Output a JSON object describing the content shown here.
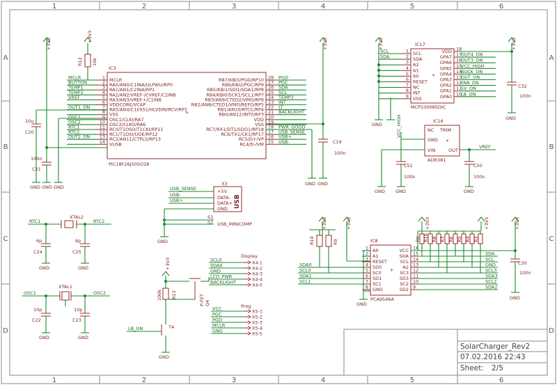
{
  "frame": {
    "cols": [
      "1",
      "2",
      "3",
      "4",
      "5",
      "6"
    ],
    "rows": [
      "A",
      "B",
      "C",
      "D"
    ]
  },
  "titleblock": {
    "name": "SolarCharger_Rev2",
    "date": "07.02.2016 22:43",
    "sheet_label": "Sheet:",
    "sheet_value": "2/5"
  },
  "ic3": {
    "ref": "IC3",
    "part": "PIC18F26J50SO28",
    "left_pins": [
      {
        "net": "MCLR",
        "num": "1",
        "fn": "MCLR"
      },
      {
        "net": "BUTTON",
        "num": "2",
        "fn": "RA0/AN0/C1INA/ULPWU/RP0"
      },
      {
        "net": "TEMP1",
        "num": "3",
        "fn": "RA1/AN1/C2INA/RP1"
      },
      {
        "net": "TEMP2",
        "num": "4",
        "fn": "RA2/AN2/VREF-/CVREF/C2INB"
      },
      {
        "net": "VREF",
        "num": "5",
        "fn": "RA3/AN3/VREF+/C1INB"
      },
      {
        "net": "",
        "num": "6",
        "fn": "VDDCORE/VCAP"
      },
      {
        "net": "OUT1_ON",
        "num": "7",
        "fn": "RA5/AN4/C1I/SS1/HLVDIN/RCV/RP2"
      },
      {
        "net": "",
        "num": "8",
        "fn": "VSS"
      },
      {
        "net": "OSC1",
        "num": "9",
        "fn": "OSC1/CLKI/RA7"
      },
      {
        "net": "OSC2",
        "num": "10",
        "fn": "OSC2/CLKO/RA6"
      },
      {
        "net": "RTC1",
        "num": "11",
        "fn": "RC0/T1OSO/T1CKI/RP11"
      },
      {
        "net": "RTC2",
        "num": "12",
        "fn": "RC1/T1OSI/UOE/RP12"
      },
      {
        "net": "OUT2_ON",
        "num": "13",
        "fn": "RC2/AN11/CTPLS/RP13"
      },
      {
        "net": "",
        "num": "14",
        "fn": "VUSB"
      }
    ],
    "right_pins": [
      {
        "net": "PGD",
        "num": "28",
        "fn": "RB7/KBI3/PGD/RP10"
      },
      {
        "net": "PGC",
        "num": "27",
        "fn": "RB6/KBI2/PGC/RP9"
      },
      {
        "net": "SDA",
        "num": "26",
        "fn": "RB5/KBI1/SDI1/SDA1/RP8"
      },
      {
        "net": "SCL",
        "num": "25",
        "fn": "RB4/KBI0/SCK1/SCL1/RP7"
      },
      {
        "net": "TEMP3",
        "num": "24",
        "fn": "RB3/AN9/CTED2/VMO/RP6"
      },
      {
        "net": "INT",
        "num": "23",
        "fn": "RB2/AN8/CTED1/VMO/REFO/RP5"
      },
      {
        "net": "LT",
        "num": "22",
        "fn": "RB1/AN10/RTCC/RP4"
      },
      {
        "net": "BACKLIGHT",
        "num": "21",
        "fn": "RB0/AN12/INT0/RP3"
      },
      {
        "net": "",
        "num": "20",
        "fn": "VDD"
      },
      {
        "net": "",
        "num": "19",
        "fn": "VSS"
      },
      {
        "net": "PWR_GOOD",
        "num": "18",
        "fn": "RC7/RX1/DT1/SDO1/RP18"
      },
      {
        "net": "USB_SENSE",
        "num": "17",
        "fn": "RC6/TX1/CK1/RP17"
      },
      {
        "net": "USB+",
        "num": "16",
        "fn": "RC5/D+/VP"
      },
      {
        "net": "USB-",
        "num": "15",
        "fn": "RC4/D-/VM"
      }
    ]
  },
  "ic17": {
    "ref": "IC17",
    "part": "MCP23008SOIC",
    "left_pins": [
      {
        "net": "SCL",
        "num": "1",
        "fn": "SCL"
      },
      {
        "net": "SDA",
        "num": "2",
        "fn": "SDA"
      },
      {
        "net": "",
        "num": "3",
        "fn": "A2"
      },
      {
        "net": "",
        "num": "4",
        "fn": "A1"
      },
      {
        "net": "",
        "num": "5",
        "fn": "A0"
      },
      {
        "net": "",
        "num": "6",
        "fn": "RESET"
      },
      {
        "net": "",
        "num": "7",
        "fn": "NC"
      },
      {
        "net": "",
        "num": "8",
        "fn": "INT"
      },
      {
        "net": "",
        "num": "9",
        "fn": "VSS"
      }
    ],
    "right_pins": [
      {
        "net": "",
        "num": "18",
        "fn": "VDD"
      },
      {
        "net": "OUT4_ON",
        "num": "17",
        "fn": "GPA7"
      },
      {
        "net": "OUT3_ON",
        "num": "16",
        "fn": "GPA6"
      },
      {
        "net": "VCC_HIGH",
        "num": "15",
        "fn": "GPA5"
      },
      {
        "net": "BUCK_ON",
        "num": "14",
        "fn": "GPA4"
      },
      {
        "net": "OUT_ON",
        "num": "13",
        "fn": "GPA3"
      },
      {
        "net": "FAN_ON",
        "num": "12",
        "fn": "GPA2"
      },
      {
        "net": "5V_ON",
        "num": "11",
        "fn": "GPA1"
      },
      {
        "net": "LB_ON",
        "num": "10",
        "fn": "GPA0"
      }
    ]
  },
  "ic16": {
    "ref": "IC16",
    "part": "ADR381",
    "pins": [
      "NC",
      "TRIM",
      "GND",
      "VIN",
      "OUT"
    ],
    "left_net": "VCC_HIGH",
    "out_net": "VREF"
  },
  "ic8": {
    "ref": "IC8",
    "part": "PCA9546A",
    "left_fns": [
      "A0",
      "A1",
      "RESET",
      "SD0",
      "SC0",
      "SD1",
      "SC1",
      "GND"
    ],
    "left_nums": [
      "1",
      "2",
      "3",
      "4",
      "5",
      "6",
      "7",
      "8"
    ],
    "right_fns": [
      "VCC",
      "SDA",
      "SCL",
      "A2",
      "SC3",
      "SD3",
      "SC2",
      "SD2"
    ],
    "right_nums": [
      "16",
      "15",
      "14",
      "13",
      "12",
      "11",
      "10",
      "9"
    ],
    "left_nets": [
      "SDA0",
      "SCL0",
      "SDA1",
      "SCL1"
    ],
    "right_nets": [
      "SDA",
      "SCL",
      "GND",
      "SCL3",
      "SDA3",
      "SCL2",
      "SDA2"
    ]
  },
  "x3": {
    "ref": "X3",
    "label": "USB",
    "pins": [
      "+5V",
      "DATA-",
      "DATA+",
      "GND"
    ],
    "nets": [
      "USB_SENSE",
      "USB-",
      "USB+",
      ""
    ],
    "shield": [
      "S1",
      "S2"
    ],
    "part": "USB_MINICOMP"
  },
  "display": {
    "title": "Display",
    "pins": [
      "X4-1",
      "X4-2",
      "X4-3",
      "X4-4",
      "X4-5"
    ],
    "nets": [
      "SCL0",
      "SDA0",
      "GND",
      "LCD_PWR",
      "BACKLIGHT"
    ]
  },
  "prog": {
    "title": "Prog",
    "pins": [
      "X5-1",
      "X5-2",
      "X5-3",
      "X5-4",
      "X5-5"
    ],
    "nets": [
      "VCC",
      "PGC",
      "PGD",
      "MCLR",
      "GND"
    ]
  },
  "mosfet": {
    "ref": "Q4",
    "part": "P-FET",
    "gate_net": "LB_ON",
    "ref2": "T4",
    "r_ref": "R13",
    "r_val": "100k"
  },
  "rtc": {
    "crystal": "XTAL2",
    "c1": "C24",
    "c1v": "6p",
    "c2": "C25",
    "c2v": "6p",
    "n1": "RTC1",
    "n2": "RTC2"
  },
  "osc": {
    "crystal": "XTAL1",
    "c1": "C22",
    "c1v": "10p",
    "c2": "C23",
    "c2v": "10p",
    "n1": "OSC1",
    "n2": "OSC2"
  },
  "caps": {
    "c20": {
      "ref": "C20",
      "val": "10u"
    },
    "c21": {
      "ref": "C21",
      "val": "100n"
    },
    "c19": {
      "ref": "C19",
      "val": "100n"
    },
    "c32": {
      "ref": "C32",
      "val": "100n"
    },
    "c51": {
      "ref": "C51",
      "val": "100n"
    },
    "c50": {
      "ref": "C50",
      "val": "100n"
    },
    "c30": {
      "ref": "C30",
      "val": "100n"
    }
  },
  "r12": {
    "ref": "R12",
    "val": "10k"
  },
  "pullups": [
    "R9",
    "R10",
    "R8",
    "R7",
    "R6",
    "R5",
    "R4",
    "R3"
  ],
  "vcc_label": "+3V3",
  "gnd_label": "GND",
  "colors": {
    "wire": "#1a8a2a",
    "part": "#9a2a2a",
    "text_red": "#7a1f1f",
    "text_green": "#1e5e1e",
    "frame": "#8a8a8a"
  }
}
